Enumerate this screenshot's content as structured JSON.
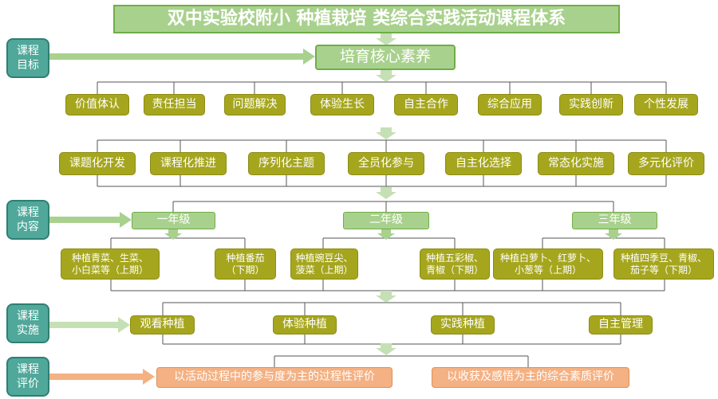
{
  "title": "双中实验校附小 种植栽培 类综合实践活动课程体系",
  "core": "培育核心素养",
  "side_labels": {
    "goal": "课程\n目标",
    "content": "课程\n内容",
    "implement": "课程\n实施",
    "evaluate": "课程\n评价"
  },
  "qualities": [
    "价值体认",
    "责任担当",
    "问题解决",
    "体验生长",
    "自主合作",
    "综合应用",
    "实践创新",
    "个性发展"
  ],
  "approaches": [
    "课题化开发",
    "课程化推进",
    "序列化主题",
    "全员化参与",
    "自主化选择",
    "常态化实施",
    "多元化评价"
  ],
  "grades": [
    "一年级",
    "二年级",
    "三年级"
  ],
  "crops": [
    "种植青菜、生菜、\n小白菜等（上期）",
    "种植番茄\n（下期）",
    "种植豌豆尖、\n菠菜（上期）",
    "种植五彩椒、\n青椒（下期）",
    "种植白萝卜、红萝卜、\n小葱等（上期）",
    "种植四季豆、青椒、\n茄子等（下期）"
  ],
  "implementation": [
    "观看种植",
    "体验种植",
    "实践种植",
    "自主管理"
  ],
  "evaluation": [
    "以活动过程中的参与度为主的过程性评价",
    "以收获及感悟为主的综合素质评价"
  ],
  "colors": {
    "green_fill": "#a9d18e",
    "green_border": "#70ad47",
    "olive_fill": "#a6a61e",
    "teal_fill": "#4fa89a",
    "orange_fill": "#f4b183",
    "line": "#555555",
    "arrow": "#c5e0b4"
  }
}
